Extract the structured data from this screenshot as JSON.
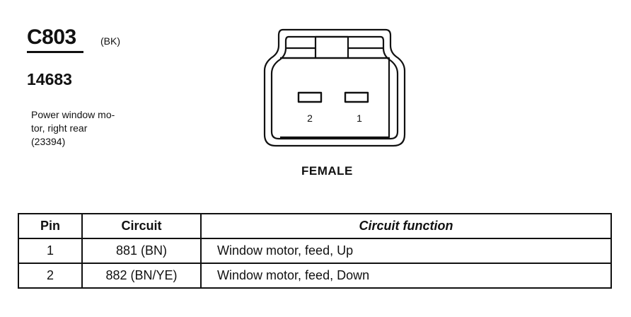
{
  "connector": {
    "id": "C803",
    "color": "(BK)",
    "part_number": "14683",
    "description_lines": [
      "Power window mo-",
      "tor, right rear",
      "(23394)"
    ],
    "gender": "FEMALE",
    "terminal_labels": [
      "2",
      "1"
    ]
  },
  "table": {
    "headers": {
      "pin": "Pin",
      "circuit": "Circuit",
      "function": "Circuit function"
    },
    "rows": [
      {
        "pin": "1",
        "circuit": "881 (BN)",
        "function": "Window motor, feed, Up"
      },
      {
        "pin": "2",
        "circuit": "882 (BN/YE)",
        "function": "Window motor, feed, Down"
      }
    ]
  }
}
